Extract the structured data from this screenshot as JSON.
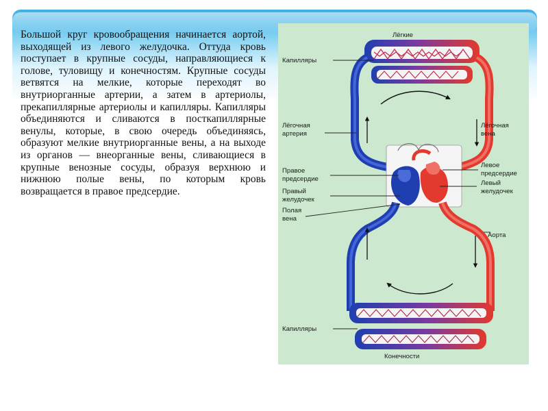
{
  "paragraph": "Большой круг кровообращения начинается аортой, выходящей из левого желудочка. Оттуда кровь поступает в крупные сосуды, направляющиеся к голове, туловищу и конечностям. Крупные сосуды ветвятся на мелкие, которые переходят во внутриорганные артерии, а затем в артериолы, прекапиллярные артериолы и капилляры. Капилляры объединяются и сливаются в посткапиллярные венулы, которые, в свою очередь объединяясь, образуют мелкие внутриорганные вены, а на выходе из органов — внеорганные вены, сливающиеся в крупные венозные сосуды, образуя верхнюю и нижнюю полые вены, по которым кровь возвращается в правое предсердие.",
  "diagram": {
    "lungs": "Лёгкие",
    "capillaries_top": "Капилляры",
    "pulmonary_artery_1": "Лёгочная",
    "pulmonary_artery_2": "артерия",
    "pulmonary_vein_1": "Лёгочная",
    "pulmonary_vein_2": "вена",
    "right_atrium_1": "Правое",
    "right_atrium_2": "предсердие",
    "right_ventricle_1": "Правый",
    "right_ventricle_2": "желудочек",
    "vena_cava_1": "Полая",
    "vena_cava_2": "вена",
    "left_atrium_1": "Левое",
    "left_atrium_2": "предсердие",
    "left_ventricle_1": "Левый",
    "left_ventricle_2": "желудочек",
    "aorta": "Аорта",
    "capillaries_bottom": "Капилляры",
    "limbs": "Конечности"
  },
  "colors": {
    "venous": "#1f3fb0",
    "arterial": "#e23a2e",
    "background": "#cce9cf",
    "header": "#3fb0e6"
  }
}
